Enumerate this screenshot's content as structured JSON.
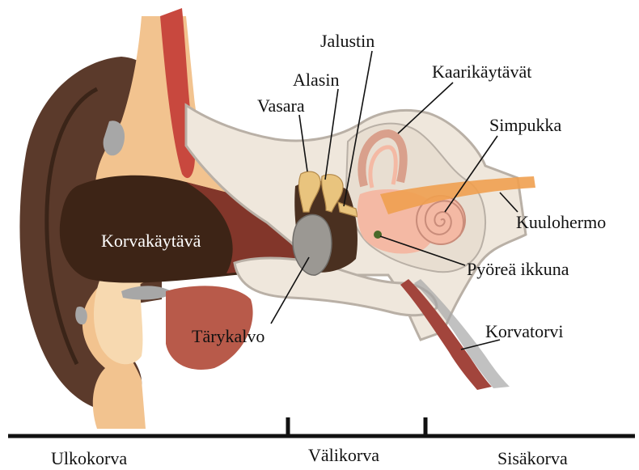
{
  "labels": {
    "jalustin": "Jalustin",
    "alasin": "Alasin",
    "vasara": "Vasara",
    "kaarikaytavat": "Kaarikäytävät",
    "simpukka": "Simpukka",
    "kuulohermo": "Kuulohermo",
    "korvakaytava": "Korvakäytävä",
    "pyorea_ikkuna": "Pyöreä ikkuna",
    "tarykalvo": "Tärykalvo",
    "korvatorvi": "Korvatorvi"
  },
  "regions": {
    "outer": "Ulkokorva",
    "middle": "Välikorva",
    "inner": "Sisäkorva"
  },
  "colors": {
    "skin": "#f2c38f",
    "skin_light": "#f7d9b0",
    "auricle_dark": "#5b3a2b",
    "canal_dark": "#3d2416",
    "canal_red": "#8e3a2e",
    "bone": "#efe7dc",
    "bone_edge": "#b9b0a6",
    "eardrum": "#9b9893",
    "ossicle": "#e9c47e",
    "cochlea": "#f4b9a4",
    "nerve": "#f0a050",
    "muscle": "#c8483e",
    "tube": "#a2453c",
    "gray": "#a7a7a7"
  }
}
